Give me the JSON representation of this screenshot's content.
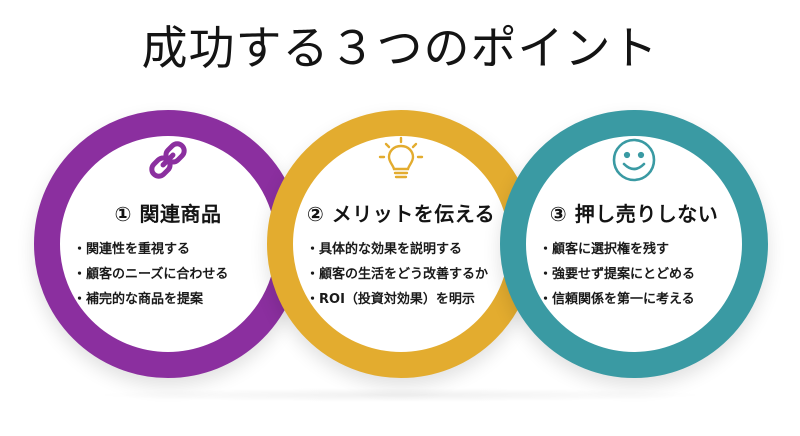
{
  "title": "成功する３つのポイント",
  "colors": {
    "purple": "#8b2f9f",
    "gold": "#e3ac2f",
    "teal": "#3a9aa3"
  },
  "points": [
    {
      "icon": "link-icon",
      "heading": "① 関連商品",
      "items": [
        "関連性を重視する",
        "顧客のニーズに合わせる",
        "補完的な商品を提案"
      ]
    },
    {
      "icon": "lightbulb-icon",
      "heading": "② メリットを伝える",
      "items": [
        "具体的な効果を説明する",
        "顧客の生活をどう改善するか",
        "ROI（投資対効果）を明示"
      ]
    },
    {
      "icon": "smiley-icon",
      "heading": "③ 押し売りしない",
      "items": [
        "顧客に選択権を残す",
        "強要せず提案にとどめる",
        "信頼関係を第一に考える"
      ]
    }
  ]
}
